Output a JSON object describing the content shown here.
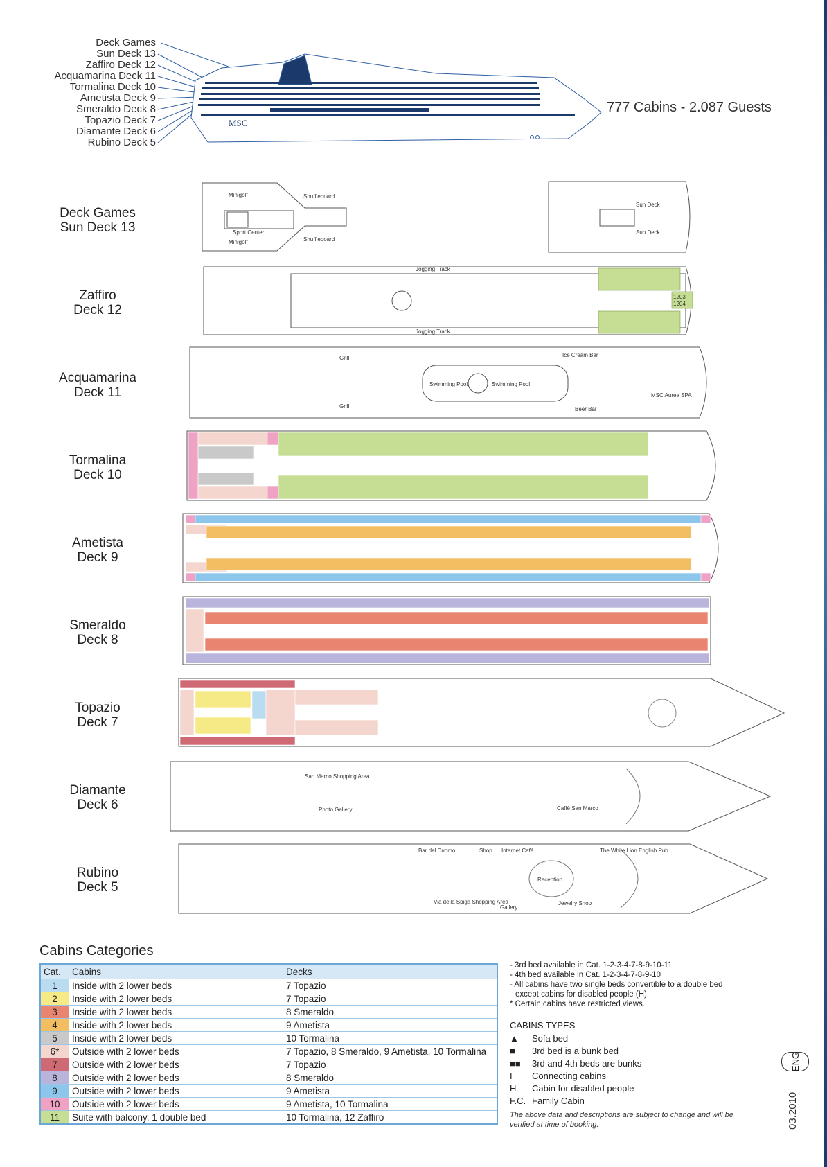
{
  "colors": {
    "cat1": "#b9dcf0",
    "cat2": "#f6ea86",
    "cat3": "#e8846f",
    "cat4": "#f3bd62",
    "cat5": "#c9c9c9",
    "cat6": "#f5d6cf",
    "cat7": "#cf6a74",
    "cat8": "#b9b4dc",
    "cat9": "#8cc6ea",
    "cat10": "#f0a2c4",
    "cat11": "#c6de93",
    "line": "#2f5fa3"
  },
  "profile": {
    "labels": [
      "Deck Games",
      "Sun Deck 13",
      "Zaffiro Deck 12",
      "Acquamarina Deck 11",
      "Tormalina Deck 10",
      "Ametista Deck  9",
      "Smeraldo Deck  8",
      "Topazio Deck  7",
      "Diamante Deck  6",
      "Rubino Deck  5"
    ],
    "headline": "777 Cabins - 2.087 Guests",
    "logo": "MSC"
  },
  "decks": [
    {
      "name": "Deck Games",
      "sub": "Sun Deck 13"
    },
    {
      "name": "Zaffiro",
      "sub": "Deck 12"
    },
    {
      "name": "Acquamarina",
      "sub": "Deck 11"
    },
    {
      "name": "Tormalina",
      "sub": "Deck 10"
    },
    {
      "name": "Ametista",
      "sub": "Deck 9"
    },
    {
      "name": "Smeraldo",
      "sub": "Deck 8"
    },
    {
      "name": "Topazio",
      "sub": "Deck 7"
    },
    {
      "name": "Diamante",
      "sub": "Deck 6"
    },
    {
      "name": "Rubino",
      "sub": "Deck 5"
    }
  ],
  "plan_labels": {
    "d13": {
      "minigolf": "Minigolf",
      "shuffleboard": "Shuffleboard",
      "sport": "Sport Center",
      "sundeck": "Sun Deck"
    },
    "d12": {
      "jogging": "Jogging Track",
      "c1203": "1203",
      "c1204": "1204"
    },
    "d11": {
      "grill": "Grill",
      "pool": "Swimming Pool",
      "ice": "Ice Cream Bar",
      "beer": "Beer Bar",
      "spa": "MSC Aurea SPA"
    },
    "d6": {
      "shopping": "San Marco Shopping Area",
      "photo": "Photo Gallery",
      "caffe": "Caffè San Marco"
    },
    "d5": {
      "bar": "Bar del Duomo",
      "internet": "Internet Café",
      "pub": "The White Lion English Pub",
      "spiga": "Via della Spiga Shopping Area",
      "reception": "Reception",
      "shop": "Shop",
      "jewelry": "Jewelry Shop",
      "gallery": "Gallery"
    }
  },
  "categories": {
    "title": "Cabins Categories",
    "headers": [
      "Cat.",
      "Cabins",
      "Decks"
    ],
    "rows": [
      {
        "cat": "1",
        "cabins": "Inside with 2 lower beds",
        "decks": "7 Topazio",
        "color": "#b9dcf0"
      },
      {
        "cat": "2",
        "cabins": "Inside with 2 lower beds",
        "decks": "7 Topazio",
        "color": "#f6ea86"
      },
      {
        "cat": "3",
        "cabins": "Inside with 2 lower beds",
        "decks": "8 Smeraldo",
        "color": "#e8846f"
      },
      {
        "cat": "4",
        "cabins": "Inside with 2 lower beds",
        "decks": "9 Ametista",
        "color": "#f3bd62"
      },
      {
        "cat": "5",
        "cabins": "Inside with 2 lower beds",
        "decks": "10 Tormalina",
        "color": "#c9c9c9"
      },
      {
        "cat": "6*",
        "cabins": "Outside with 2 lower beds",
        "decks": "7 Topazio, 8 Smeraldo, 9 Ametista, 10 Tormalina",
        "color": "#f5d6cf"
      },
      {
        "cat": "7",
        "cabins": "Outside with 2 lower beds",
        "decks": "7 Topazio",
        "color": "#cf6a74"
      },
      {
        "cat": "8",
        "cabins": "Outside with 2 lower beds",
        "decks": "8 Smeraldo",
        "color": "#b9b4dc"
      },
      {
        "cat": "9",
        "cabins": "Outside with 2 lower beds",
        "decks": "9 Ametista",
        "color": "#8cc6ea"
      },
      {
        "cat": "10",
        "cabins": "Outside with 2 lower beds",
        "decks": "9 Ametista, 10 Tormalina",
        "color": "#f0a2c4"
      },
      {
        "cat": "11",
        "cabins": "Suite with balcony, 1 double bed",
        "decks": "10 Tormalina, 12 Zaffiro",
        "color": "#c6de93"
      }
    ]
  },
  "notes": [
    "- 3rd bed available in Cat. 1-2-3-4-7-8-9-10-11",
    "- 4th bed available in Cat. 1-2-3-4-7-8-9-10",
    "- All cabins have two single beds convertible to a double bed",
    "  except cabins for disabled people (H).",
    "* Certain cabins have restricted views."
  ],
  "cabin_types": {
    "title": "CABINS TYPES",
    "items": [
      {
        "sym": "▲",
        "text": "Sofa bed"
      },
      {
        "sym": "■",
        "text": "3rd bed is a bunk bed"
      },
      {
        "sym": "■■",
        "text": "3rd and 4th beds are bunks"
      },
      {
        "sym": "I",
        "text": "Connecting cabins"
      },
      {
        "sym": "H",
        "text": "Cabin for disabled people"
      },
      {
        "sym": "F.C.",
        "text": "Family Cabin"
      }
    ]
  },
  "disclaimer": "The above data and descriptions are subject to change and will be verified at time of booking.",
  "date": "03.2010",
  "lang": "ENG"
}
